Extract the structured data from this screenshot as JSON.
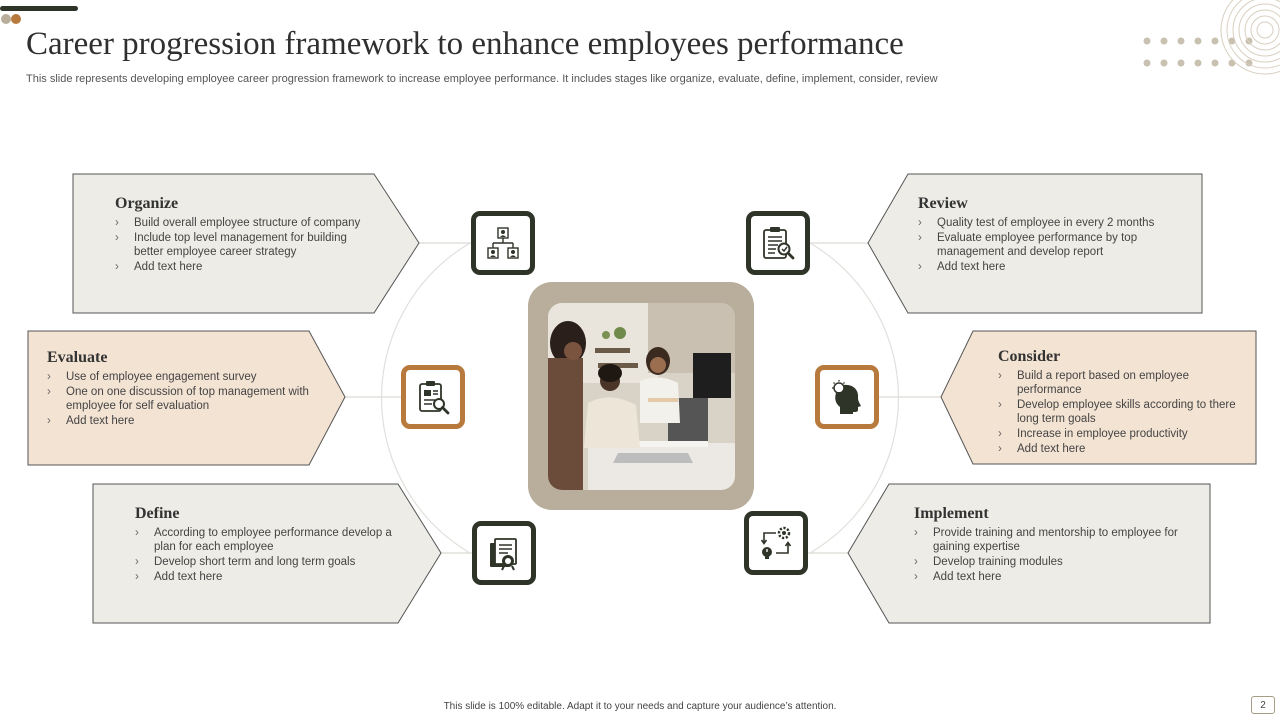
{
  "title": "Career progression framework to enhance employees performance",
  "subtitle": "This slide represents developing employee career progression framework to increase employee performance. It includes stages like organize, evaluate, define, implement, consider, review",
  "footer": "This slide is 100% editable.  Adapt it to your needs and capture your audience’s attention.",
  "page_number": "2",
  "colors": {
    "dark": "#2f3428",
    "brown": "#b87a3c",
    "card_gray": "#edece6",
    "card_peach": "#f3e3d3",
    "frame": "#b8ae9b"
  },
  "stages": {
    "organize": {
      "title": "Organize",
      "icon": "org-chart-icon",
      "bullets": [
        "Build overall employee structure of company",
        "Include top level management for building better employee career strategy",
        "Add text here"
      ]
    },
    "evaluate": {
      "title": "Evaluate",
      "icon": "clipboard-search-icon",
      "bullets": [
        "Use of employee engagement survey",
        "One on one discussion of top management with employee for self evaluation",
        "Add text here"
      ]
    },
    "define": {
      "title": "Define",
      "icon": "certificate-document-icon",
      "bullets": [
        "According to employee performance develop a plan for each employee",
        "Develop short term and long term goals",
        "Add text here"
      ]
    },
    "review": {
      "title": "Review",
      "icon": "clipboard-review-icon",
      "bullets": [
        "Quality test of employee in every 2 months",
        "Evaluate employee performance by top management and develop report",
        "Add text here"
      ]
    },
    "consider": {
      "title": "Consider",
      "icon": "head-lightbulb-icon",
      "bullets": [
        "Build a report based on employee performance",
        "Develop employee skills according to there long term goals",
        "Increase in employee productivity",
        "Add text here"
      ]
    },
    "implement": {
      "title": "Implement",
      "icon": "idea-gear-cycle-icon",
      "bullets": [
        "Provide training and mentorship to employee for gaining expertise",
        "Develop training modules",
        "Add text here"
      ]
    }
  }
}
